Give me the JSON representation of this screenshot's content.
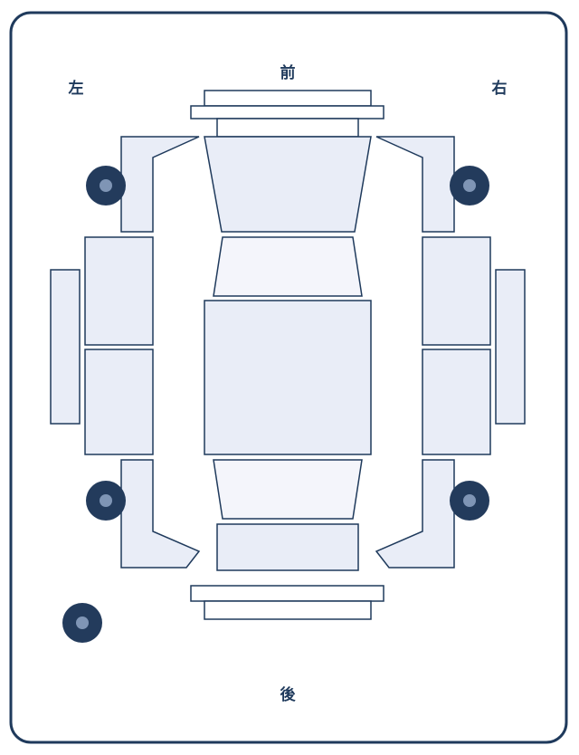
{
  "labels": {
    "front": "前",
    "rear": "後",
    "left": "左",
    "right": "右"
  },
  "colors": {
    "frame": "#1f3a5c",
    "panel_fill": "#e9edf7",
    "panel_fill_light": "#f4f5fb",
    "panel_stroke": "#1f3a5c",
    "tire_outer": "#233b5c",
    "tire_inner": "#7f95b5",
    "background": "#ffffff"
  },
  "diagram": {
    "parts": [
      "front-bumper",
      "hood",
      "windshield",
      "roof",
      "rear-window",
      "trunk",
      "rear-bumper",
      "front-left-fender",
      "front-right-fender",
      "front-left-door",
      "rear-left-door",
      "front-right-door",
      "rear-right-door",
      "left-rocker",
      "right-rocker",
      "rear-left-quarter",
      "rear-right-quarter"
    ],
    "wheels": [
      "front-left-wheel",
      "front-right-wheel",
      "rear-left-wheel",
      "rear-right-wheel",
      "spare-wheel"
    ]
  }
}
